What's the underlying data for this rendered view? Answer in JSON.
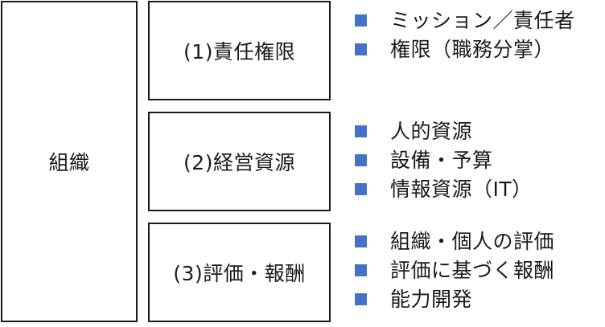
{
  "organization": {
    "label": "組織"
  },
  "categories": [
    {
      "label": "(1)責任権限",
      "items": [
        "ミッション／責任者",
        "権限（職務分掌）"
      ]
    },
    {
      "label": "(2)経営資源",
      "items": [
        "人的資源",
        "設備・予算",
        "情報資源（IT）"
      ]
    },
    {
      "label": "(3)評価・報酬",
      "items": [
        "組織・個人の評価",
        "評価に基づく報酬",
        "能力開発"
      ]
    }
  ],
  "colors": {
    "bullet": "#4472c4",
    "border": "#1a1a1a"
  }
}
